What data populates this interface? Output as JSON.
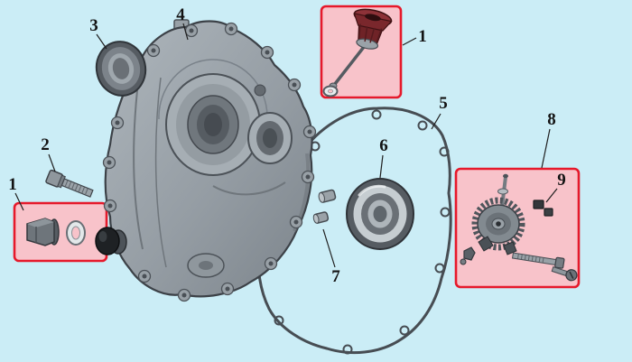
{
  "diagram": {
    "type": "exploded-parts-diagram",
    "subject": "Engine crankcase side cover assembly",
    "background_color": "#cbedf6",
    "highlight_fill": "#f8c3ca",
    "highlight_border": "#e6192b",
    "callouts": [
      {
        "label": "1",
        "part": "oil-drain-plug-with-washer",
        "highlighted": true
      },
      {
        "label": "2",
        "part": "flange-bolt",
        "highlighted": false
      },
      {
        "label": "3",
        "part": "oil-seal",
        "highlighted": false
      },
      {
        "label": "4",
        "part": "crankcase-side-cover",
        "highlighted": false
      },
      {
        "label": "1",
        "part": "oil-filler-dipstick",
        "highlighted": true
      },
      {
        "label": "5",
        "part": "cover-gasket",
        "highlighted": false
      },
      {
        "label": "6",
        "part": "ball-bearing",
        "highlighted": false
      },
      {
        "label": "7",
        "part": "dowel-pins",
        "highlighted": false
      },
      {
        "label": "8",
        "part": "governor-gear-assembly",
        "highlighted": true
      },
      {
        "label": "9",
        "part": "governor-weight-parts",
        "highlighted": false
      }
    ]
  }
}
